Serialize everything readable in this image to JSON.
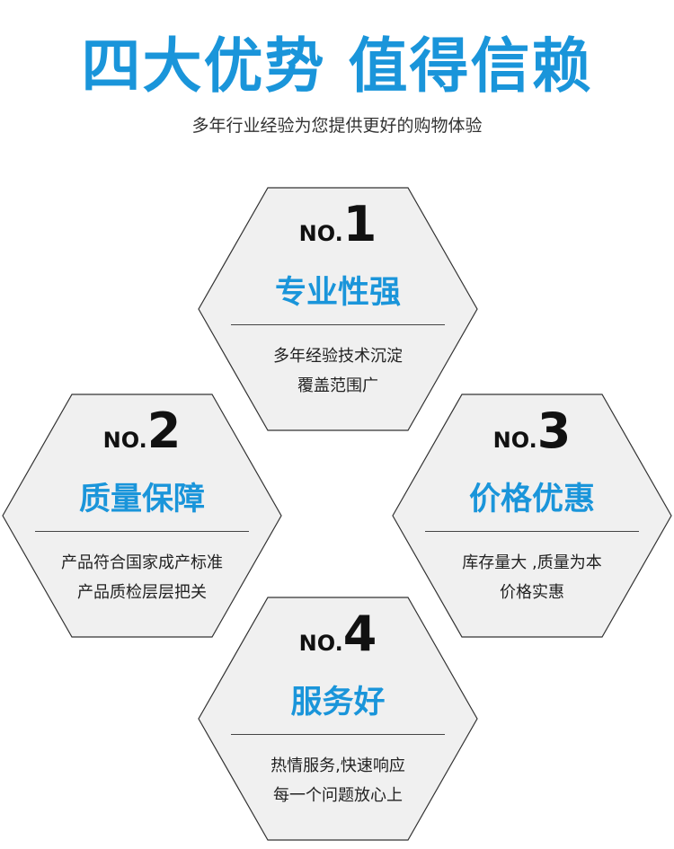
{
  "header": {
    "title": "四大优势 值得信赖",
    "subtitle": "多年行业经验为您提供更好的购物体验"
  },
  "colors": {
    "accent": "#1a95da",
    "hex_fill": "#f0f0f0",
    "hex_stroke": "#333333"
  },
  "advantages": [
    {
      "prefix": "NO.",
      "number": "1",
      "title": "专业性强",
      "lines": [
        "多年经验技术沉淀",
        "覆盖范围广"
      ]
    },
    {
      "prefix": "NO.",
      "number": "2",
      "title": "质量保障",
      "lines": [
        "产品符合国家成产标准",
        "产品质检层层把关"
      ]
    },
    {
      "prefix": "NO.",
      "number": "3",
      "title": "价格优惠",
      "lines": [
        "库存量大 ,质量为本",
        "价格实惠"
      ]
    },
    {
      "prefix": "NO.",
      "number": "4",
      "title": "服务好",
      "lines": [
        "热情服务,快速响应",
        "每一个问题放心上"
      ]
    }
  ]
}
